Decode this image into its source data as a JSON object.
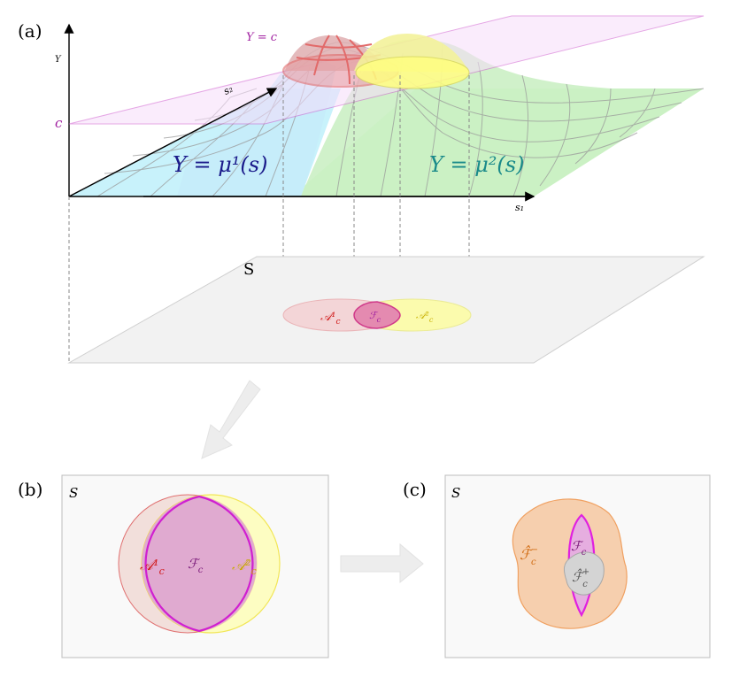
{
  "panels": {
    "a": {
      "tag": "(a)"
    },
    "b": {
      "tag": "(b)"
    },
    "c": {
      "tag": "(c)"
    }
  },
  "top": {
    "y_axis": "Y",
    "s2_axis": "s₂",
    "s1_axis": "s₁",
    "plane_label": "Y = c",
    "c_tick": "c",
    "surface1_label": "Y = μ¹(s)",
    "surface2_label": "Y = μ²(s)",
    "domain_label": "S",
    "a1": "𝒜¹",
    "a2": "𝒜²",
    "f": "ℱ",
    "sub_c": "c"
  },
  "panel_b": {
    "space": "S",
    "a1": "𝒜¹",
    "a2": "𝒜²",
    "f": "ℱ",
    "sub_c": "c"
  },
  "panel_c": {
    "space": "S",
    "f": "ℱ",
    "f_minus": "ℱ̂",
    "f_plus": "ℱ̂",
    "sub_c": "c",
    "sup_minus": "−",
    "sup_plus": "+"
  },
  "colors": {
    "cyan": "#c8f2fb",
    "green": "#ccf7c2",
    "plane": "#f7ddfb",
    "red": "#e26a6a",
    "yellow": "#ffff80",
    "magenta": "#e020e0",
    "orange": "#f6c9a2"
  }
}
